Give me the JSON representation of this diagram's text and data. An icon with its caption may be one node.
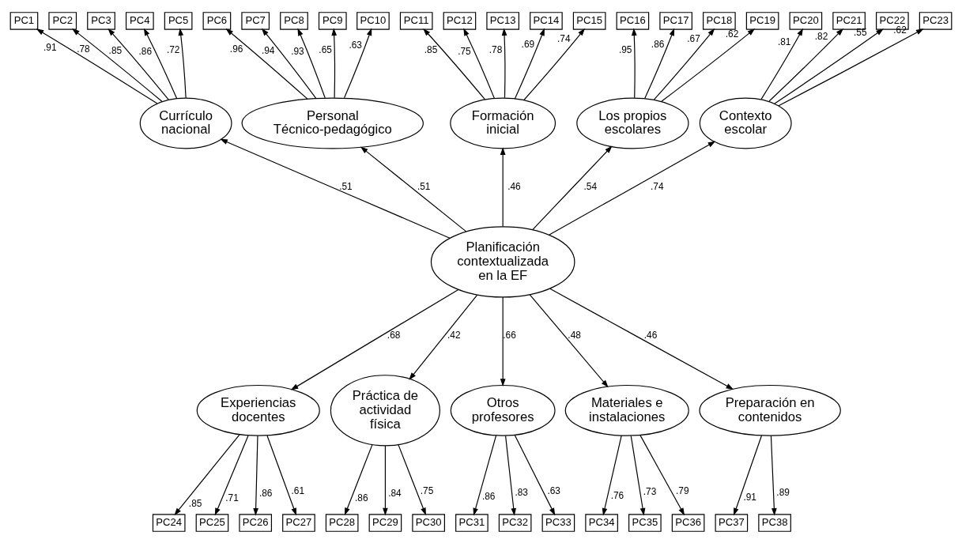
{
  "diagram": {
    "nodes": [
      {
        "text": [
          "PC1"
        ]
      },
      {
        "text": [
          "PC2"
        ]
      },
      {
        "text": [
          "PC3"
        ]
      },
      {
        "text": [
          "PC4"
        ]
      },
      {
        "text": [
          "PC5"
        ]
      },
      {
        "text": [
          "PC6"
        ]
      },
      {
        "text": [
          "PC7"
        ]
      },
      {
        "text": [
          "PC8"
        ]
      },
      {
        "text": [
          "PC9"
        ]
      },
      {
        "text": [
          "PC10"
        ]
      },
      {
        "text": [
          "PC11"
        ]
      },
      {
        "text": [
          "PC12"
        ]
      },
      {
        "text": [
          "PC13"
        ]
      },
      {
        "text": [
          "PC14"
        ]
      },
      {
        "text": [
          "PC15"
        ]
      },
      {
        "text": [
          "PC16"
        ]
      },
      {
        "text": [
          "PC17"
        ]
      },
      {
        "text": [
          "PC18"
        ]
      },
      {
        "text": [
          "PC19"
        ]
      },
      {
        "text": [
          "PC20"
        ]
      },
      {
        "text": [
          "PC21"
        ]
      },
      {
        "text": [
          "PC22"
        ]
      },
      {
        "text": [
          "PC23"
        ]
      },
      {
        "text": [
          "Currículo nacional"
        ]
      },
      {
        "text": [
          "Personal Técnico-pedagógico"
        ]
      },
      {
        "text": [
          "Formación inicial"
        ]
      },
      {
        "text": [
          "Los propios escolares"
        ]
      },
      {
        "text": [
          "Contexto escolar"
        ]
      },
      {
        "text": [
          "Planificación contextualizada en la EF"
        ]
      },
      {
        "text": [
          "Experiencias docentes"
        ]
      },
      {
        "text": [
          "Práctica de actividad física"
        ]
      },
      {
        "text": [
          "Otros profesores"
        ]
      },
      {
        "text": [
          "Materiales e instalaciones"
        ]
      },
      {
        "text": [
          "Preparación en contenidos"
        ]
      },
      {
        "text": [
          "PC24"
        ]
      },
      {
        "text": [
          "PC25"
        ]
      },
      {
        "text": [
          "PC26"
        ]
      },
      {
        "text": [
          "PC27"
        ]
      },
      {
        "text": [
          "PC28"
        ]
      },
      {
        "text": [
          "PC29"
        ]
      },
      {
        "text": [
          "PC30"
        ]
      },
      {
        "text": [
          "PC31"
        ]
      },
      {
        "text": [
          "PC32"
        ]
      },
      {
        "text": [
          "PC33"
        ]
      },
      {
        "text": [
          "PC34"
        ]
      },
      {
        "text": [
          "PC35"
        ]
      },
      {
        "text": [
          "PC36"
        ]
      },
      {
        "text": [
          "PC37"
        ]
      },
      {
        "text": [
          "PC38"
        ]
      }
    ],
    "edges": [
      {
        "from": 28,
        "to": 23,
        "arrow": "to",
        "label": ".51"
      },
      {
        "from": 28,
        "to": 24,
        "arrow": "to",
        "label": ".51"
      },
      {
        "from": 28,
        "to": 25,
        "arrow": "to",
        "label": ".46"
      },
      {
        "from": 28,
        "to": 26,
        "arrow": "to",
        "label": ".54"
      },
      {
        "from": 28,
        "to": 27,
        "arrow": "to",
        "label": ".74"
      },
      {
        "from": 28,
        "to": 29,
        "arrow": "to",
        "label": ".68"
      },
      {
        "from": 28,
        "to": 30,
        "arrow": "to",
        "label": ".42"
      },
      {
        "from": 28,
        "to": 31,
        "arrow": "to",
        "label": ".66"
      },
      {
        "from": 28,
        "to": 32,
        "arrow": "to",
        "label": ".48"
      },
      {
        "from": 28,
        "to": 33,
        "arrow": "to",
        "label": ".46"
      },
      {
        "from": 23,
        "to": 0,
        "arrow": "to",
        "label": ".91"
      },
      {
        "from": 23,
        "to": 1,
        "arrow": "to",
        "label": ".78"
      },
      {
        "from": 23,
        "to": 2,
        "arrow": "to",
        "label": ".85"
      },
      {
        "from": 23,
        "to": 3,
        "arrow": "to",
        "label": ".86"
      },
      {
        "from": 23,
        "to": 4,
        "arrow": "to",
        "label": ".72"
      },
      {
        "from": 24,
        "to": 5,
        "arrow": "to",
        "label": ".96"
      },
      {
        "from": 24,
        "to": 6,
        "arrow": "to",
        "label": ".94"
      },
      {
        "from": 24,
        "to": 7,
        "arrow": "to",
        "label": ".93"
      },
      {
        "from": 24,
        "to": 8,
        "arrow": "to",
        "label": ".65"
      },
      {
        "from": 24,
        "to": 9,
        "arrow": "to",
        "label": ".63"
      },
      {
        "from": 25,
        "to": 10,
        "arrow": "to",
        "label": ".85"
      },
      {
        "from": 25,
        "to": 11,
        "arrow": "to",
        "label": ".75"
      },
      {
        "from": 25,
        "to": 12,
        "arrow": "to",
        "label": ".78"
      },
      {
        "from": 25,
        "to": 13,
        "arrow": "to",
        "label": ".69"
      },
      {
        "from": 25,
        "to": 14,
        "arrow": "to",
        "label": ".74"
      },
      {
        "from": 26,
        "to": 15,
        "arrow": "to",
        "label": ".95"
      },
      {
        "from": 26,
        "to": 16,
        "arrow": "to",
        "label": ".86"
      },
      {
        "from": 26,
        "to": 17,
        "arrow": "to",
        "label": ".67"
      },
      {
        "from": 26,
        "to": 18,
        "arrow": "to",
        "label": ".62"
      },
      {
        "from": 27,
        "to": 19,
        "arrow": "to",
        "label": ".81"
      },
      {
        "from": 27,
        "to": 20,
        "arrow": "to",
        "label": ".82"
      },
      {
        "from": 27,
        "to": 21,
        "arrow": "to",
        "label": ".55"
      },
      {
        "from": 27,
        "to": 22,
        "arrow": "to",
        "label": ".62"
      },
      {
        "from": 29,
        "to": 34,
        "arrow": "to",
        "label": ".85"
      },
      {
        "from": 29,
        "to": 35,
        "arrow": "to",
        "label": ".71"
      },
      {
        "from": 29,
        "to": 36,
        "arrow": "to",
        "label": ".86"
      },
      {
        "from": 29,
        "to": 37,
        "arrow": "to",
        "label": ".61"
      },
      {
        "from": 30,
        "to": 38,
        "arrow": "to",
        "label": ".86"
      },
      {
        "from": 30,
        "to": 39,
        "arrow": "to",
        "label": ".84"
      },
      {
        "from": 30,
        "to": 40,
        "arrow": "to",
        "label": ".75"
      },
      {
        "from": 31,
        "to": 41,
        "arrow": "to",
        "label": ".86"
      },
      {
        "from": 31,
        "to": 42,
        "arrow": "to",
        "label": ".83"
      },
      {
        "from": 31,
        "to": 43,
        "arrow": "to",
        "label": ".63"
      },
      {
        "from": 32,
        "to": 44,
        "arrow": "to",
        "label": ".76"
      },
      {
        "from": 32,
        "to": 45,
        "arrow": "to",
        "label": ".73"
      },
      {
        "from": 32,
        "to": 46,
        "arrow": "to",
        "label": ".79"
      },
      {
        "from": 33,
        "to": 47,
        "arrow": "to",
        "label": ".91"
      },
      {
        "from": 33,
        "to": 48,
        "arrow": "to",
        "label": ".89"
      }
    ]
  }
}
